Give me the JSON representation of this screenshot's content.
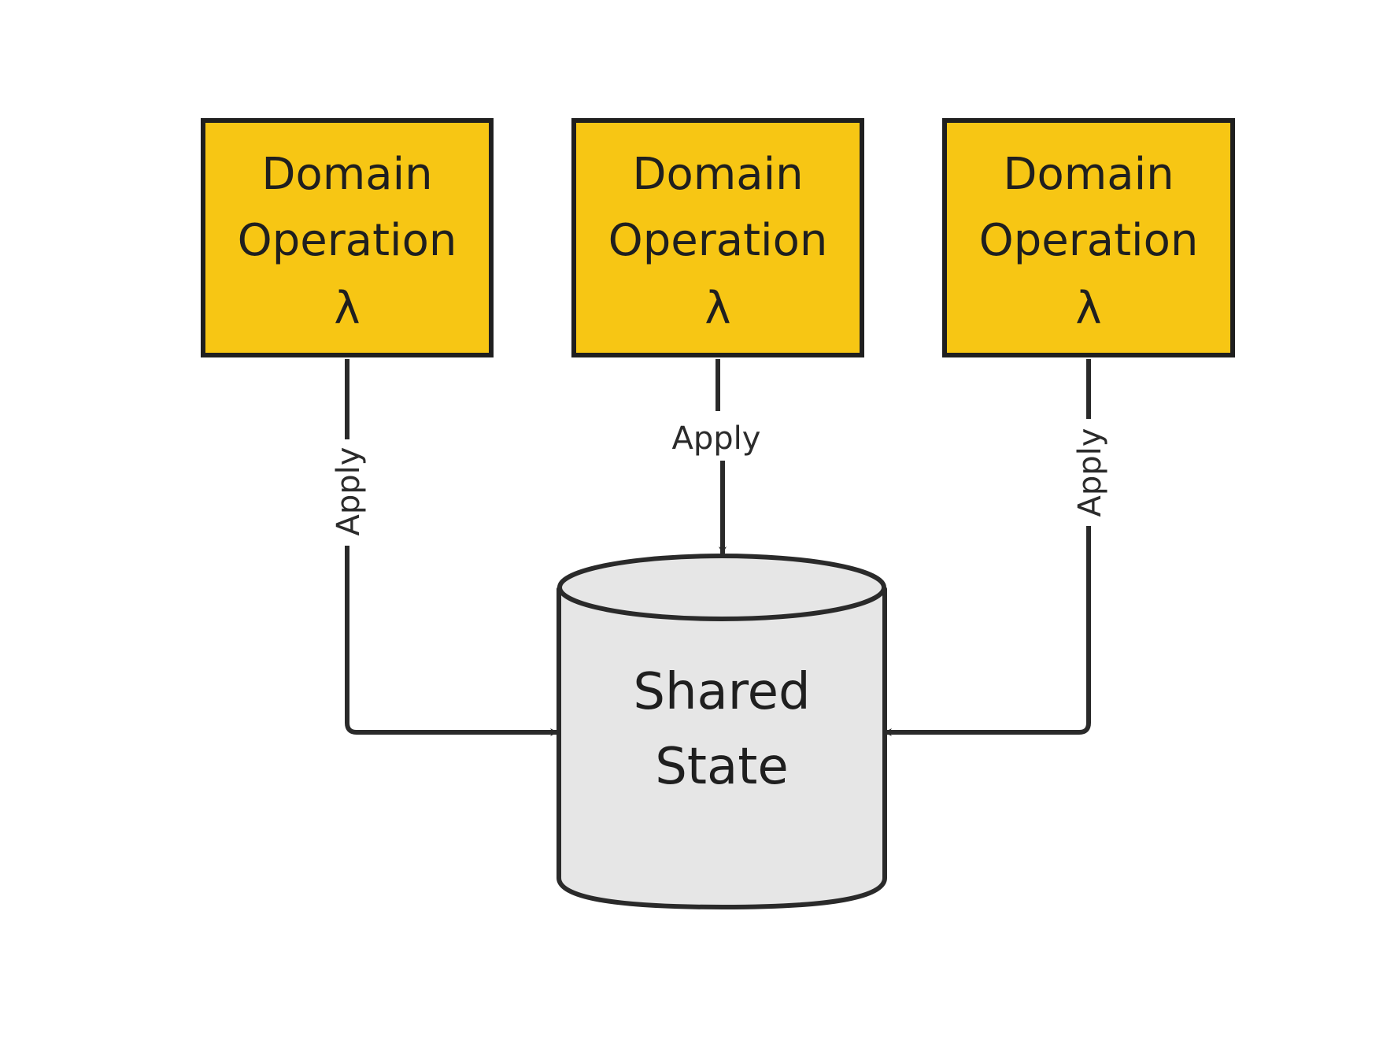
{
  "colors": {
    "operation_fill": "#f7c614",
    "state_fill": "#e6e6e6",
    "stroke": "#2a2a2a",
    "background": "#ffffff"
  },
  "operations": [
    {
      "line1": "Domain",
      "line2": "Operation",
      "symbol": "λ"
    },
    {
      "line1": "Domain",
      "line2": "Operation",
      "symbol": "λ"
    },
    {
      "line1": "Domain",
      "line2": "Operation",
      "symbol": "λ"
    }
  ],
  "edges": [
    {
      "label": "Apply"
    },
    {
      "label": "Apply"
    },
    {
      "label": "Apply"
    }
  ],
  "state": {
    "line1": "Shared",
    "line2": "State"
  }
}
